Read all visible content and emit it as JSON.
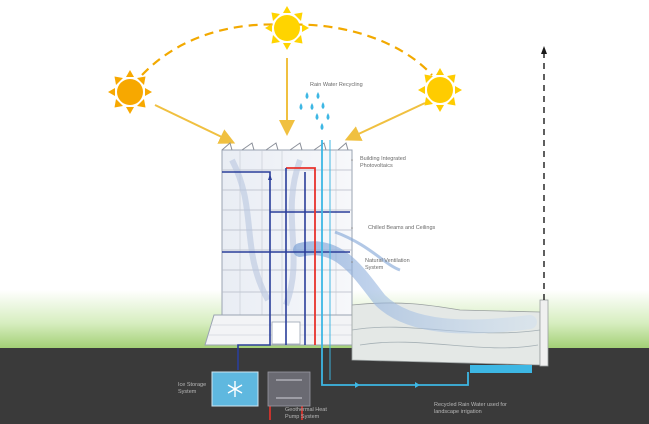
{
  "labels": {
    "rain_water": "Rain Water Recycling",
    "building_pv": "Building Integrated",
    "building_pv_2": "Photovoltaics",
    "chilled_beams": "Chilled Beams and Ceilings",
    "natural_ventilation": "Natural Ventilation",
    "natural_ventilation_2": "System",
    "ice_storage": "Ice Storage",
    "ice_storage_2": "System",
    "geothermal": "Geothermal Heat",
    "geothermal_2": "Pump System",
    "recycled_water": "Recycled Rain Water used for",
    "recycled_water_2": "landscape irrigation"
  },
  "colors": {
    "sun": "#f2a900",
    "sun_yellow": "#ffd400",
    "ray": "#f0c040",
    "water": "#3db7e4",
    "warm_loop": "#e8322c",
    "cool_loop": "#2a3e9a",
    "ground": "#3a3a3a",
    "grass": "#a8d27a"
  },
  "icons": {
    "sun": "sun-icon",
    "raindrop": "raindrop-icon",
    "ice": "snowflake-icon"
  }
}
